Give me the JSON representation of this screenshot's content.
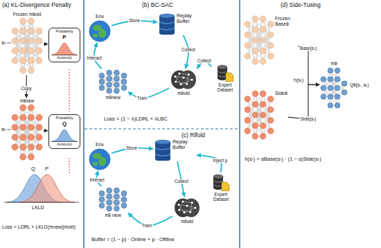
{
  "diagram": {
    "nodes": [
      {
        "text": [
          "Frozen πθold"
        ]
      },
      {
        "text": [
          "Probability",
          "P",
          "Action(s)"
        ]
      },
      {
        "text": [
          "πθnew"
        ]
      },
      {
        "text": [
          "Probability",
          "Q",
          "Action(s)"
        ]
      },
      {
        "text": [
          "Env"
        ]
      },
      {
        "text": [
          "Replay Buffer"
        ]
      },
      {
        "text": [
          "Expert Dataset"
        ]
      },
      {
        "text": [
          "πθold"
        ]
      },
      {
        "text": [
          "πθnew"
        ]
      },
      {
        "text": [
          "Env"
        ]
      },
      {
        "text": [
          "Replay Buffer"
        ]
      },
      {
        "text": [
          "Expert Dataset"
        ]
      },
      {
        "text": [
          "πθold"
        ]
      },
      {
        "text": [
          "πθ new"
        ]
      },
      {
        "text": [
          "Frozen Baseθ"
        ]
      },
      {
        "text": [
          "Sideθ"
        ]
      },
      {
        "text": [
          "πθ"
        ]
      }
    ],
    "edges": [
      {
        "from": 0,
        "to": 1,
        "arrow": "to"
      },
      {
        "from": 0,
        "to": 2,
        "label": "Copy",
        "arrow": "to"
      },
      {
        "from": 2,
        "to": 3,
        "arrow": "to"
      },
      {
        "from": 4,
        "to": 5,
        "label": "Store",
        "arrow": "to"
      },
      {
        "from": 5,
        "to": 7,
        "label": "Collect",
        "arrow": "to"
      },
      {
        "from": 6,
        "to": 7,
        "label": "Collect",
        "arrow": "to"
      },
      {
        "from": 7,
        "to": 8,
        "label": "Train",
        "arrow": "to"
      },
      {
        "from": 8,
        "to": 4,
        "label": "Interact",
        "arrow": "to"
      },
      {
        "from": 9,
        "to": 10,
        "label": "Store",
        "arrow": "to"
      },
      {
        "from": 11,
        "to": 10,
        "label": "Inject p",
        "arrow": "to"
      },
      {
        "from": 10,
        "to": 12,
        "label": "Collect",
        "arrow": "to"
      },
      {
        "from": 12,
        "to": 13,
        "label": "Train",
        "arrow": "to"
      },
      {
        "from": 13,
        "to": 9,
        "label": "Interact",
        "arrow": "to"
      },
      {
        "from": 14,
        "to": 16,
        "label": "Base(sₜ)",
        "arrow": "to"
      },
      {
        "from": 15,
        "to": 16,
        "label": "Side(sₜ)",
        "arrow": "to"
      }
    ],
    "labels": [
      "(a) KL-Divergence Penalty",
      "sₜ",
      "sₜ",
      "Q",
      "P",
      "LKLD",
      "Loss = LDRL + LKLD(πnew||πold)",
      "(b) BC-SAC",
      "Loss = (1 − λ)LDRL + λLBC",
      "(c) Rlfold",
      "Buffer = (1 − p) · Online + p · Offline",
      "(d) Side-Tusing",
      "h(sₜ)",
      "Qθ(sₜ, aₜ)",
      "h(sₜ) = αBase(sₜ) · (1 − α)Side(sₜ)"
    ]
  }
}
